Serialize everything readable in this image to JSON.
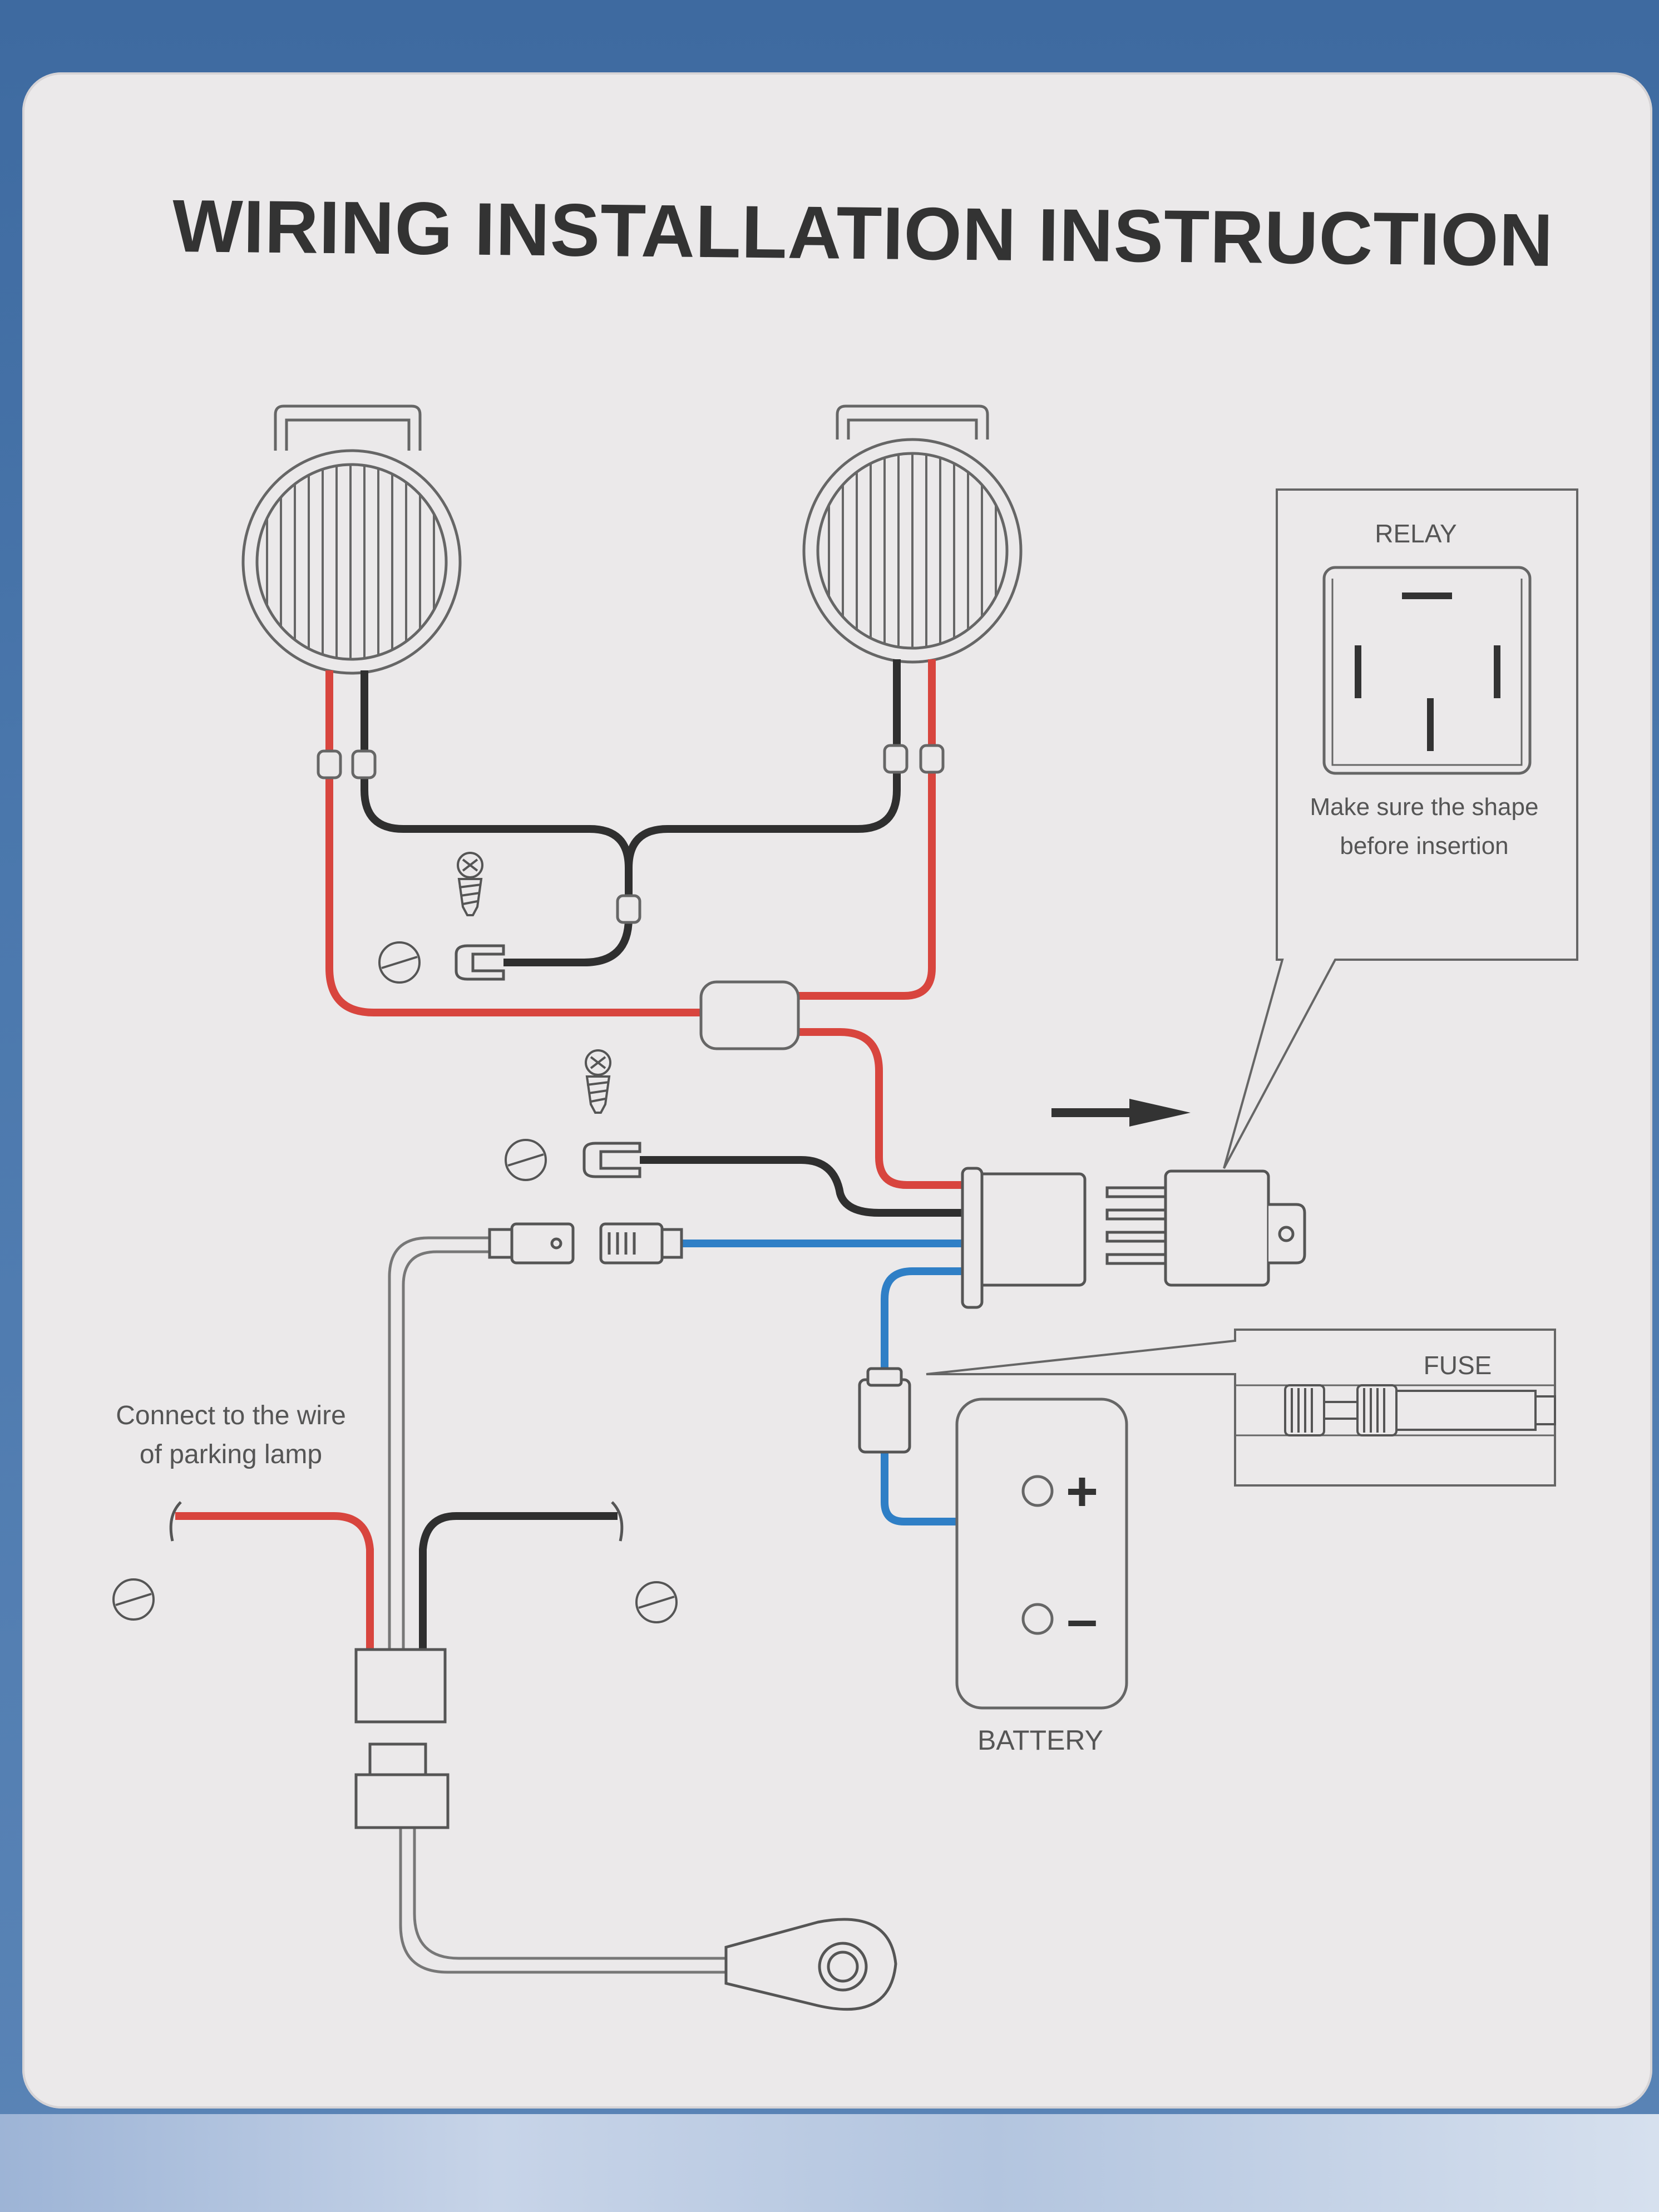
{
  "title": "WIRING INSTALLATION INSTRUCTION",
  "relay": {
    "label": "RELAY",
    "note_line1": "Make sure the shape",
    "note_line2": "before insertion"
  },
  "fuse": {
    "label": "FUSE"
  },
  "battery": {
    "label": "BATTERY",
    "plus": "+",
    "minus": "–"
  },
  "parking_lamp": {
    "line1": "Connect to the wire",
    "line2": "of parking lamp"
  },
  "colors": {
    "red_wire": "#d8453e",
    "black_wire": "#2f2f2f",
    "blue_wire": "#2f7fc6",
    "outline": "#666666",
    "card": "#ebe9ea",
    "background": "#4a76aa"
  },
  "icons": [
    "fog-lamp-icon",
    "screw-icon",
    "ground-symbol-icon",
    "ring-terminal-icon",
    "arrow-right-icon"
  ]
}
